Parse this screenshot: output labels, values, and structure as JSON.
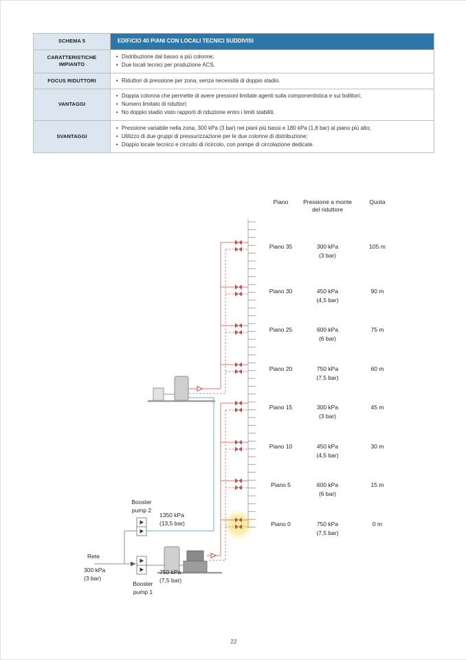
{
  "page": {
    "number": "22"
  },
  "table": {
    "header": {
      "left": "SCHEMA 5",
      "right": "EDIFICIO 40 PIANI CON LOCALI TECNICI SUDDIVISI"
    },
    "rows": [
      {
        "label": "CARATTERISTICHE IMPIANTO",
        "bullets": [
          "Distribuzione dal basso a più colonne;",
          "Due locali tecnici per produzione ACS."
        ]
      },
      {
        "label": "FOCUS RIDUTTORI",
        "bullets": [
          "Riduttori di pressione per zona, senza necessità di doppio stadio."
        ]
      },
      {
        "label": "VANTAGGI",
        "bullets": [
          "Doppia colonna che permette di avere pressioni limitate agenti sulla componentistica e sui bollitori;",
          "Numero limitato di riduttori;",
          "No doppio stadio visto rapporti di riduzione entro i limiti stabiliti."
        ]
      },
      {
        "label": "SVANTAGGI",
        "bullets": [
          "Pressione variabile nella zona, 300 kPa (3 bar) nei piani più bassi e 180 kPa (1,8 bar) al piano più alto;",
          "Utilizzo di due gruppi di pressurizzazione per le due colonne di distribuzione;",
          "Doppio locale tecnico e circuito di ricircolo, con pompe di circolazione dedicate."
        ]
      }
    ]
  },
  "diagram": {
    "headers": {
      "piano": "Piano",
      "pressure_line1": "Pressione a monte",
      "pressure_line2": "del riduttore",
      "quota": "Quota"
    },
    "floors": [
      {
        "piano": "Piano 35",
        "kpa": "300 kPa",
        "bar": "(3 bar)",
        "quota": "105 m"
      },
      {
        "piano": "Piano 30",
        "kpa": "450 kPa",
        "bar": "(4,5 bar)",
        "quota": "90 m"
      },
      {
        "piano": "Piano 25",
        "kpa": "600 kPa",
        "bar": "(6 bar)",
        "quota": "75 m"
      },
      {
        "piano": "Piano 20",
        "kpa": "750 kPa",
        "bar": "(7,5 bar)",
        "quota": "60 m"
      },
      {
        "piano": "Piano 15",
        "kpa": "300 kPa",
        "bar": "(3 bar)",
        "quota": "45 m"
      },
      {
        "piano": "Piano 10",
        "kpa": "450 kPa",
        "bar": "(4,5 bar)",
        "quota": "30 m"
      },
      {
        "piano": "Piano 5",
        "kpa": "600 kPa",
        "bar": "(6 bar)",
        "quota": "15 m"
      },
      {
        "piano": "Piano 0",
        "kpa": "750 kPa",
        "bar": "(7,5 bar)",
        "quota": "0 m"
      }
    ],
    "labels": {
      "booster2_line1": "Booster",
      "booster2_line2": "pump 2",
      "booster2_kpa": "1350 kPa",
      "booster2_bar": "(13,5 bar)",
      "rete": "Rete",
      "rete_kpa": "300 kPa",
      "rete_bar": "(3 bar)",
      "booster1_line1": "Booster",
      "booster1_line2": "pump 1",
      "booster1_kpa": "750 kPa",
      "booster1_bar": "(7,5 bar)"
    },
    "colors": {
      "hot": "#dd9090",
      "cold": "#8fb7d9",
      "gray": "#a5a5a5",
      "valve": "#b85450",
      "highlight": "#efdd54"
    }
  }
}
